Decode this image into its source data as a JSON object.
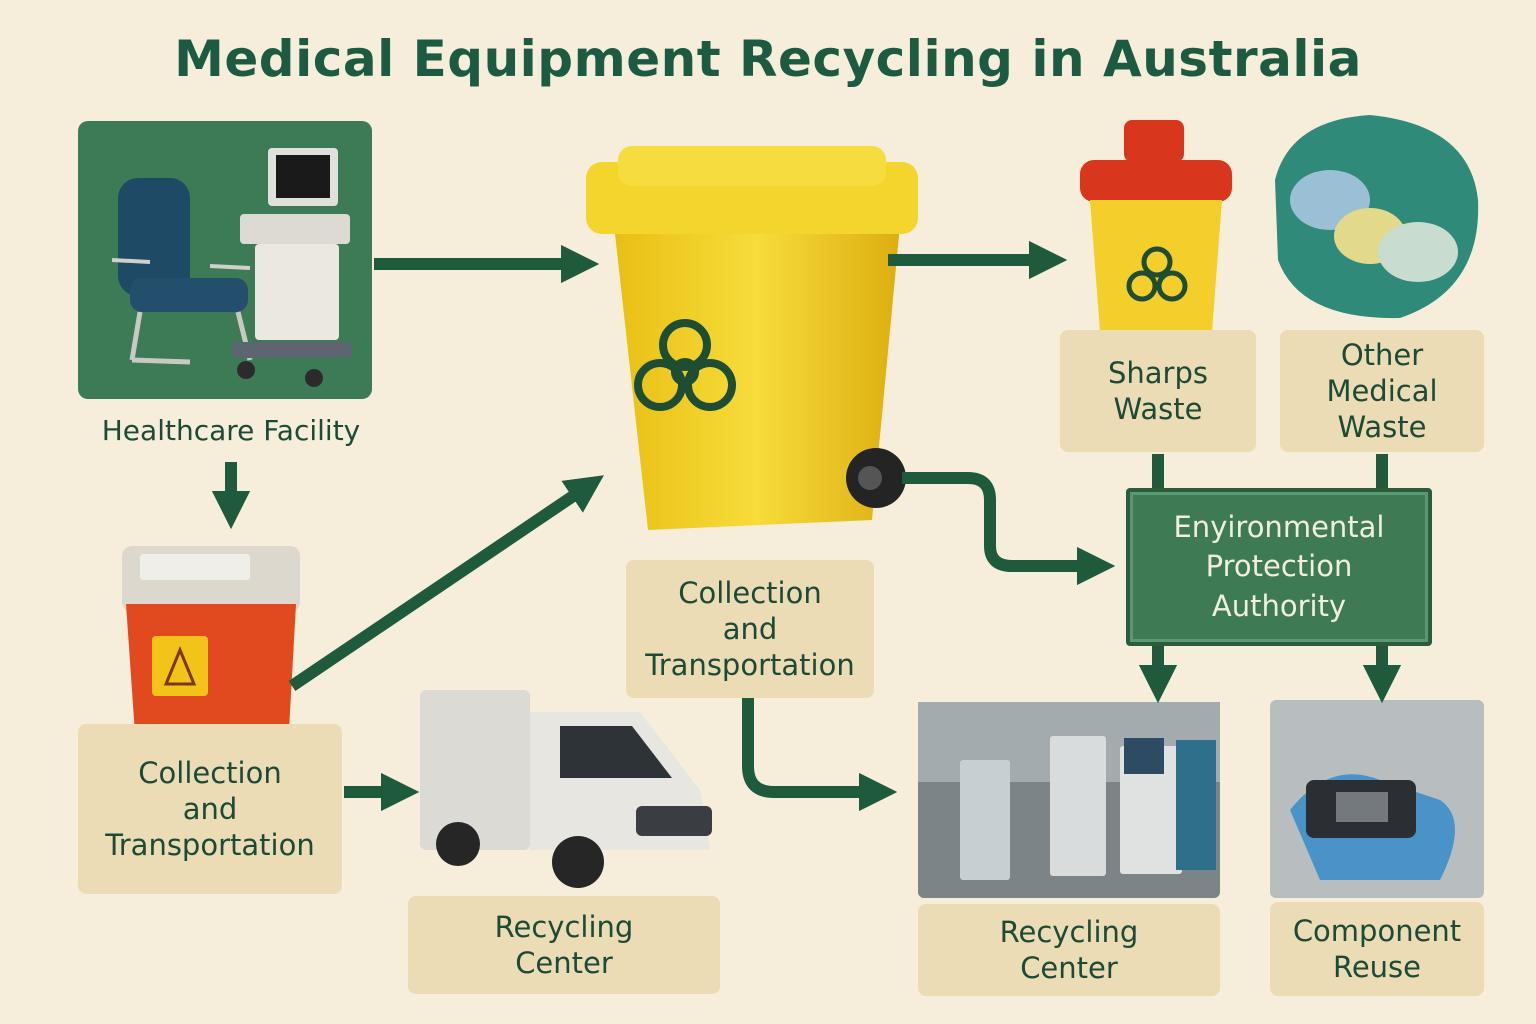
{
  "title": "Medical Equipment Recycling in Australia",
  "labels": {
    "healthcare_facility": "Healthcare Facility",
    "collection_left": "Collection\nand\nTransportation",
    "collection_center": "Collection\nand\nTransportation",
    "recycling_center_left": "Recycling\nCenter",
    "recycling_center_right": "Recycling\nCenter",
    "sharps_waste": "Sharps\nWaste",
    "other_medical_waste": "Other\nMedical\nWaste",
    "epa": "Enyironmental\nProtection\nAuthority",
    "component_reuse": "Component\nReuse"
  },
  "colors": {
    "background": "#f6eedb",
    "title": "#1d5a42",
    "arrow": "#1f5a3d",
    "label_box": "#ebdcb5",
    "epa_box": "#3e7a54",
    "bin_yellow": "#f2cf2a",
    "bin_red": "#d9361e"
  }
}
